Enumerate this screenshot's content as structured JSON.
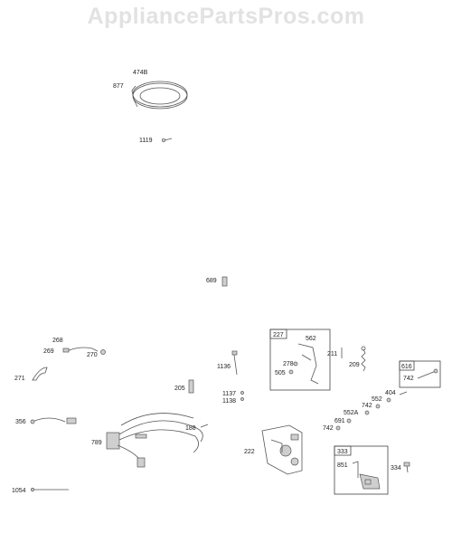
{
  "watermark": "AppliancePartsPros.com",
  "callouts": {
    "p474B": "474B",
    "p877": "877",
    "p1119": "1119",
    "p689": "689",
    "p268": "268",
    "p269": "269",
    "p270": "270",
    "p271": "271",
    "p356": "356",
    "p789": "789",
    "p1054": "1054",
    "p1136": "1136",
    "p205": "205",
    "p1137": "1137",
    "p1138": "1138",
    "p188": "188",
    "p222": "222",
    "p227": "227",
    "p562": "562",
    "p278": "278",
    "p505": "505",
    "p211": "211",
    "p209": "209",
    "p616": "616",
    "p742a": "742",
    "p404": "404",
    "p552": "552",
    "p742b": "742",
    "p552A": "552A",
    "p691": "691",
    "p742c": "742",
    "p333": "333",
    "p851": "851",
    "p334": "334"
  }
}
